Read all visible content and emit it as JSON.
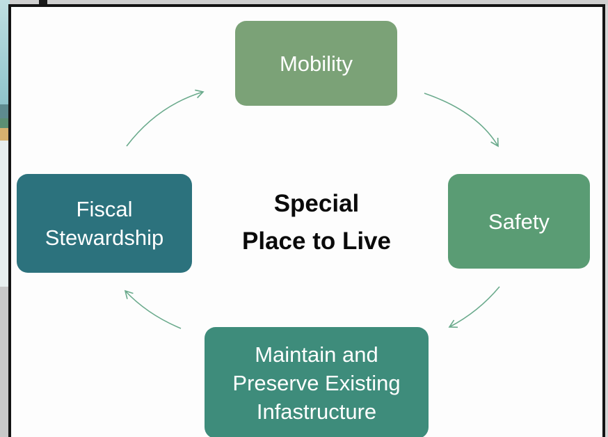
{
  "diagram": {
    "center_title": "Special\nPlace to Live",
    "nodes": [
      {
        "id": "mobility",
        "label": "Mobility",
        "color": "#7ba277"
      },
      {
        "id": "safety",
        "label": "Safety",
        "color": "#5a9c74"
      },
      {
        "id": "maintain",
        "label": "Maintain and\nPreserve Existing\nInfastructure",
        "color": "#3e8c7b"
      },
      {
        "id": "fiscal",
        "label": "Fiscal\nStewardship",
        "color": "#2c727d"
      }
    ],
    "cycle_order": [
      "mobility",
      "safety",
      "maintain",
      "fiscal"
    ],
    "arrow_color": "#6aaa8c"
  }
}
